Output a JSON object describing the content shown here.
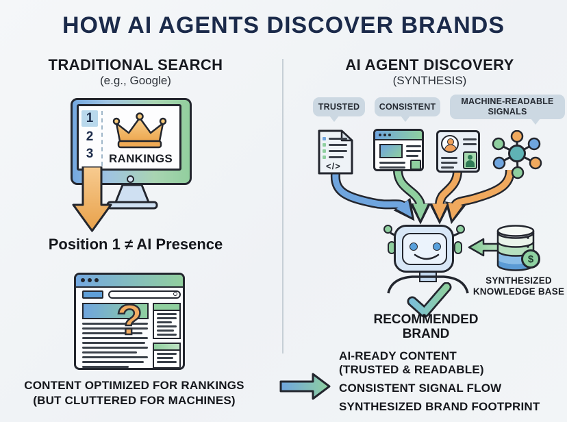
{
  "title": "HOW AI AGENTS DISCOVER BRANDS",
  "left": {
    "heading": "TRADITIONAL SEARCH",
    "subheading": "(e.g., Google)",
    "ranks": [
      "1",
      "2",
      "3"
    ],
    "rankings_label": "RANKINGS",
    "position_note": "Position 1 ≠ AI Presence",
    "question_mark": "?",
    "footer": [
      "CONTENT OPTIMIZED FOR RANKINGS",
      "(BUT CLUTTERED FOR MACHINES)"
    ]
  },
  "right": {
    "heading": "AI AGENT DISCOVERY",
    "subheading": "(SYNTHESIS)",
    "signals": [
      "TRUSTED",
      "CONSISTENT",
      "MACHINE-READABLE SIGNALS"
    ],
    "doc_code": "</>",
    "db_dollar": "$",
    "knowledge_base": "SYNTHESIZED KNOWLEDGE BASE",
    "recommended": "RECOMMENDED BRAND",
    "outcomes": [
      "AI-READY CONTENT",
      "(TRUSTED & READABLE)",
      "CONSISTENT SIGNAL FLOW",
      "SYNTHESIZED BRAND FOOTPRINT"
    ]
  },
  "colors": {
    "ink": "#23262e",
    "title_navy": "#1b2a4a",
    "accent_blue": "#6fa5de",
    "accent_green": "#8fcf9f",
    "accent_orange": "#f0a95e",
    "accent_teal": "#5fb3b5",
    "bubble_bg": "#ccd8e2"
  }
}
